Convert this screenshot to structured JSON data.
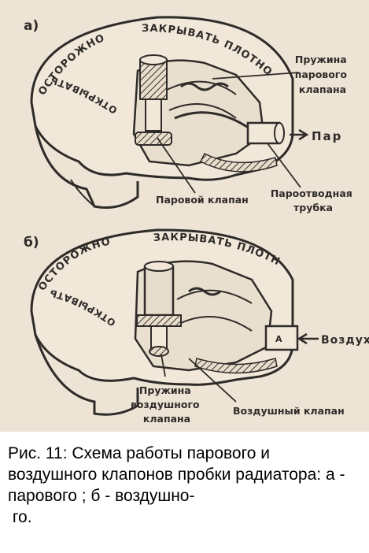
{
  "figure": {
    "panel_a": {
      "letter": "а)",
      "cap_text_top_left": "ОСТОРОЖНО",
      "cap_text_top_right": "ЗАКРЫВАТЬ ПЛОТНО",
      "cap_text_bottom": "ОТКРЫВАТЬ",
      "labels": {
        "steam_valve_spring": [
          "Пружина",
          "парового",
          "клапана"
        ],
        "steam": "Пар",
        "steam_valve": "Паровой клапан",
        "steam_pipe": [
          "Пароотводная",
          "трубка"
        ]
      }
    },
    "panel_b": {
      "letter": "б)",
      "cap_text_top_left": "ОСТОРОЖНО",
      "cap_text_top_right": "ЗАКРЫВАТЬ ПЛОТНО",
      "cap_text_bottom": "ОТКРЫВАТЬ",
      "labels": {
        "air": "Воздух",
        "air_valve_spring": [
          "Пружина",
          "воздушного",
          "клапана"
        ],
        "air_valve": "Воздушный клапан"
      }
    }
  },
  "caption": "Рис. 11: Схема работы парового и воздушного клапонов пробки радиатора: а - парового ; б - воздушно-\n го."
}
